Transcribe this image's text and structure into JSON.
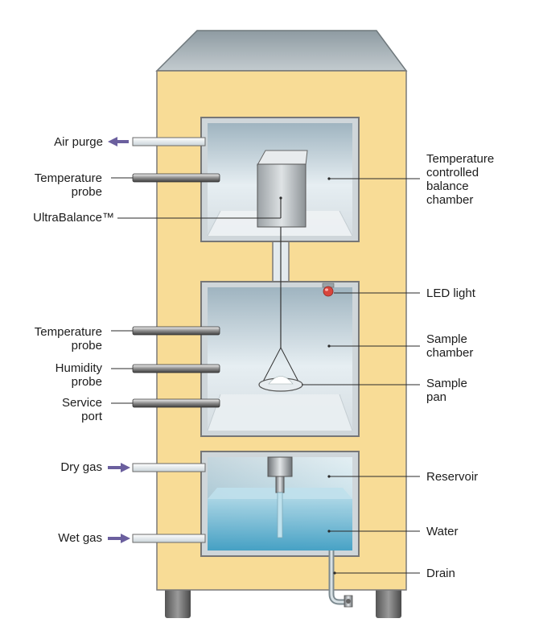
{
  "labels_left": {
    "air_purge": "Air purge",
    "temp_probe_top": [
      "Temperature",
      "probe"
    ],
    "ultrabalance": "UltraBalance™",
    "temp_probe_mid": [
      "Temperature",
      "probe"
    ],
    "humidity_probe": [
      "Humidity",
      "probe"
    ],
    "service_port": [
      "Service",
      "port"
    ],
    "dry_gas": "Dry gas",
    "wet_gas": "Wet gas"
  },
  "labels_right": {
    "balance_chamber": [
      "Temperature",
      "controlled",
      "balance",
      "chamber"
    ],
    "led_light": "LED light",
    "sample_chamber": [
      "Sample",
      "chamber"
    ],
    "sample_pan": [
      "Sample",
      "pan"
    ],
    "reservoir": "Reservoir",
    "water": "Water",
    "drain": "Drain"
  },
  "colors": {
    "housing": "#f8dc96",
    "housing_edge": "#7a7a7a",
    "roof": "#a7b2b8",
    "water": "#5fb2cf",
    "arrow": "#6b5f9e",
    "led": "#d8453c"
  }
}
